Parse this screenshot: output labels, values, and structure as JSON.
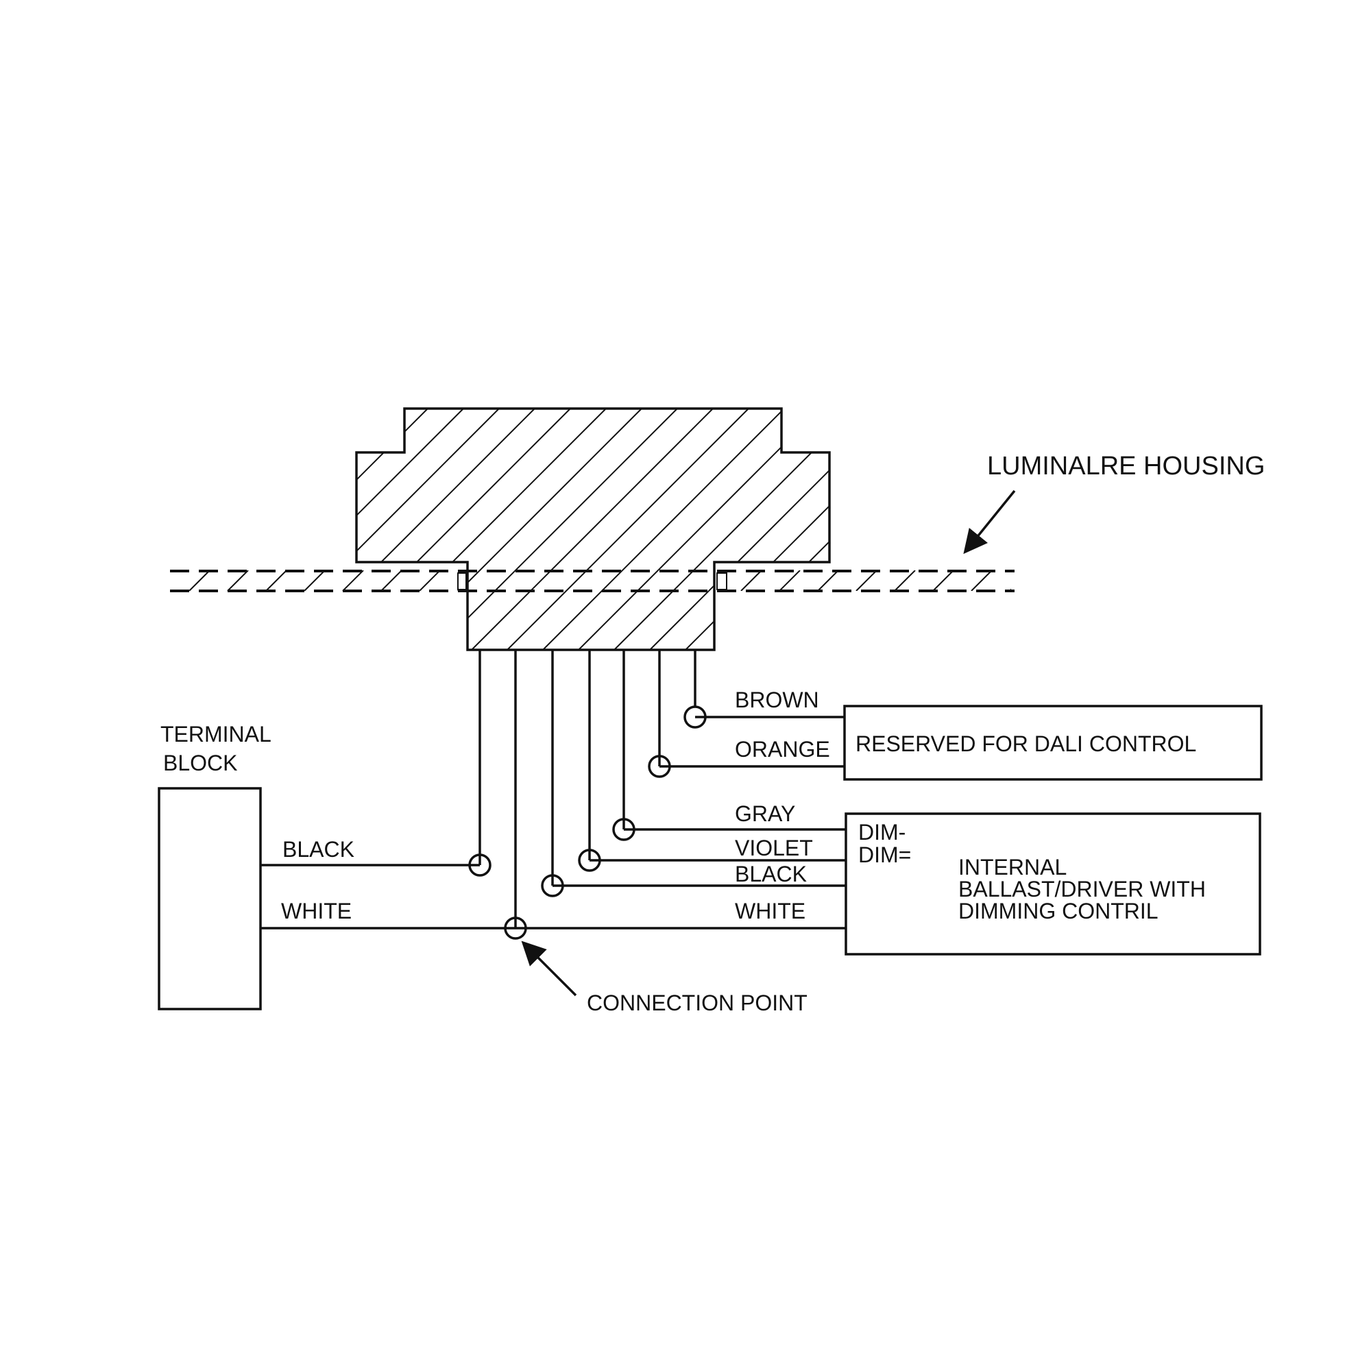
{
  "labels": {
    "housing": "LUMINALRE HOUSING",
    "terminal_line1": "TERMINAL",
    "terminal_line2": "BLOCK",
    "wire_black_left": "BLACK",
    "wire_white_left": "WHITE",
    "wire_brown": "BROWN",
    "wire_orange": "ORANGE",
    "wire_gray": "GRAY",
    "wire_violet": "VIOLET",
    "wire_black_right": "BLACK",
    "wire_white_right": "WHITE",
    "dali_box": "RESERVED FOR DALI CONTROL",
    "dim_minus": "DIM-",
    "dim_eq": "DIM=",
    "driver_line1": "INTERNAL",
    "driver_line2": "BALLAST/DRIVER WITH",
    "driver_line3": "DIMMING CONTRIL",
    "connection_point": "CONNECTION POINT"
  },
  "colors": {
    "line": "#111111",
    "background": "#ffffff"
  }
}
